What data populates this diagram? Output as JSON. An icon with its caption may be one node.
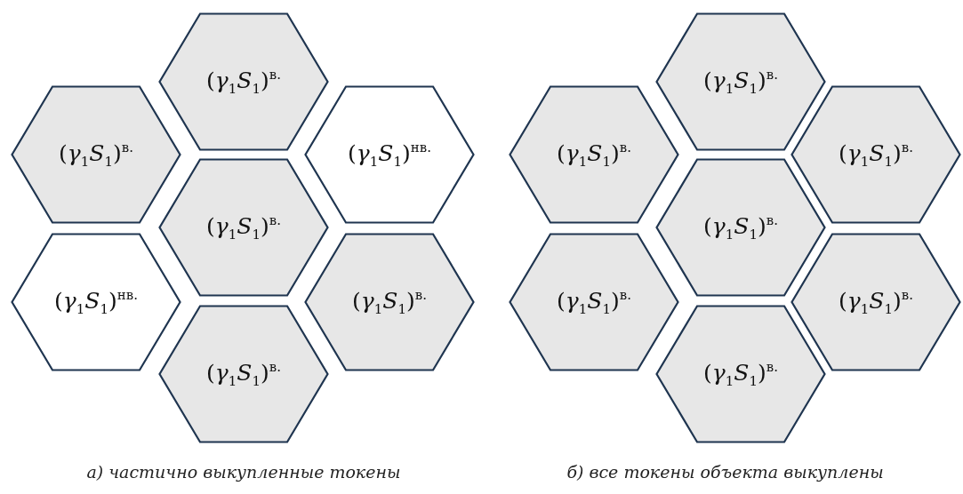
{
  "diagram": {
    "nodes": [
      {
        "text": [
          "(*γ*$_{1}$*S*$_{1}$)$^{в.}$"
        ]
      },
      {
        "text": [
          "(*γ*$_{1}$*S*$_{1}$)$^{в.}$"
        ]
      },
      {
        "text": [
          "(*γ*$_{1}$*S*$_{1}$)$^{нв.}$"
        ]
      },
      {
        "text": [
          "(*γ*$_{1}$*S*$_{1}$)$^{в.}$"
        ]
      },
      {
        "text": [
          "(*γ*$_{1}$*S*$_{1}$)$^{нв.}$"
        ]
      },
      {
        "text": [
          "(*γ*$_{1}$*S*$_{1}$)$^{в.}$"
        ]
      },
      {
        "text": [
          "(*γ*$_{1}$*S*$_{1}$)$^{в.}$"
        ]
      },
      {
        "text": [
          "(*γ*$_{1}$*S*$_{1}$)$^{в.}$"
        ]
      },
      {
        "text": [
          "(*γ*$_{1}$*S*$_{1}$)$^{в.}$"
        ]
      },
      {
        "text": [
          "(*γ*$_{1}$*S*$_{1}$)$^{в.}$"
        ]
      },
      {
        "text": [
          "(*γ*$_{1}$*S*$_{1}$)$^{в.}$"
        ]
      },
      {
        "text": [
          "(*γ*$_{1}$*S*$_{1}$)$^{в.}$"
        ]
      },
      {
        "text": [
          "(*γ*$_{1}$*S*$_{1}$)$^{в.}$"
        ]
      },
      {
        "text": [
          "(*γ*$_{1}$*S*$_{1}$)$^{в.}$"
        ]
      }
    ],
    "labels": [
      "а) частично выкупленные токены",
      "б) все токены объекта выкуплены"
    ]
  }
}
